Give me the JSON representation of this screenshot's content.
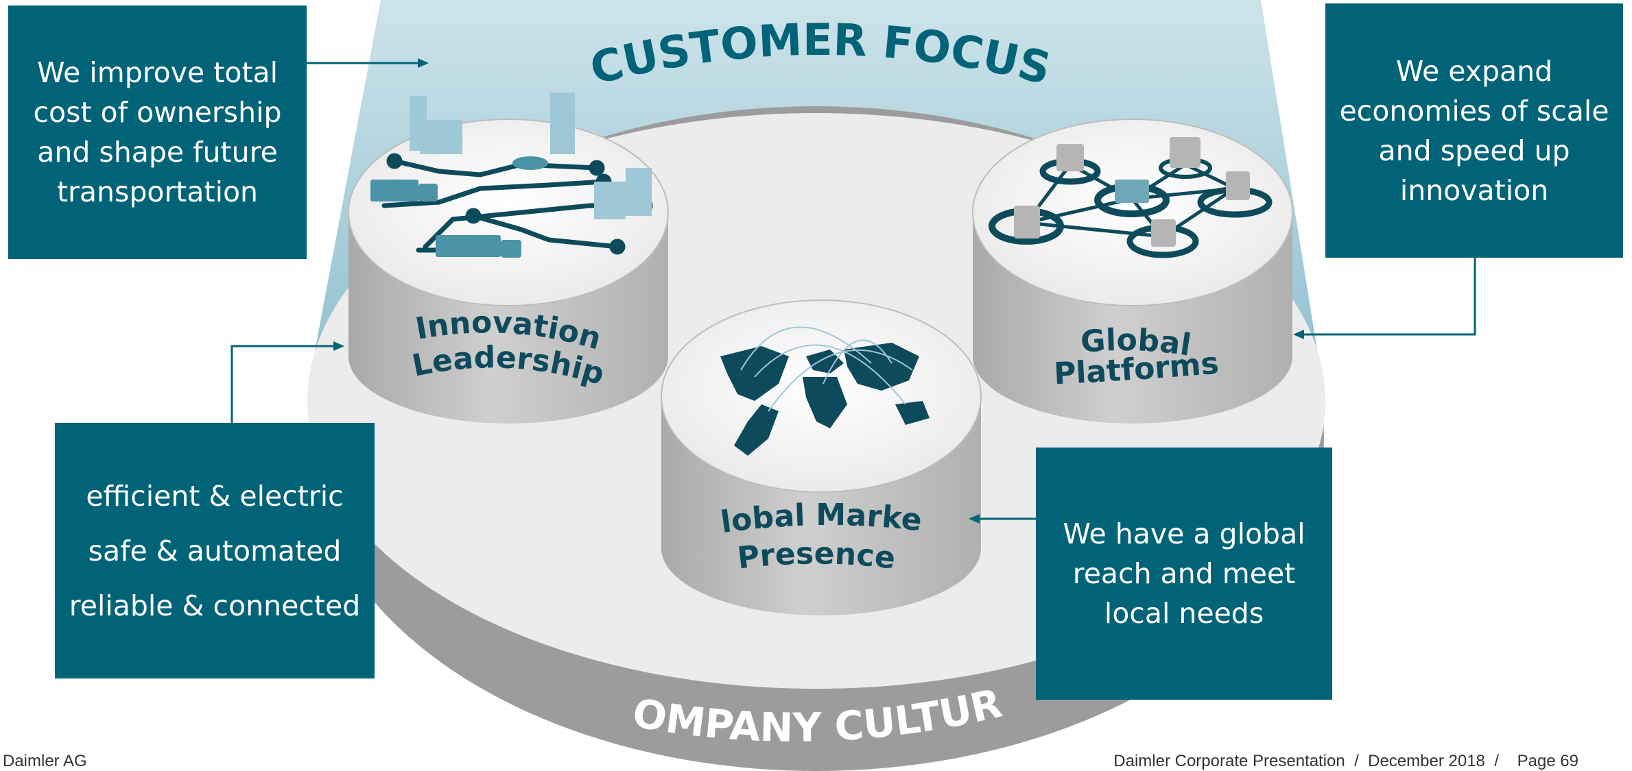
{
  "diagram": {
    "top_banner": "CUSTOMER FOCUS",
    "base_ring": "COMPANY CULTURE",
    "pillars": [
      {
        "line1": "Innovation",
        "line2": "Leadership",
        "icon": "connected-trucks-city-icon"
      },
      {
        "line1": "Global Market",
        "line2": "Presence",
        "icon": "world-map-icon"
      },
      {
        "line1": "Global",
        "line2": "Platforms",
        "icon": "truck-network-icon"
      }
    ]
  },
  "callouts": {
    "tco": [
      "We improve total",
      "cost of ownership",
      "and shape future",
      "transportation"
    ],
    "attributes": [
      "efficient & electric",
      "safe & automated",
      "reliable & connected"
    ],
    "scale": [
      "We expand",
      "economies of scale",
      "and speed up",
      "innovation"
    ],
    "global": [
      "We have a global",
      "reach and meet",
      "local needs"
    ]
  },
  "footer": {
    "company": "Daimler AG",
    "presentation": "Daimler Corporate Presentation",
    "date": "December 2018",
    "page": "Page 69"
  },
  "colors": {
    "teal": "#006378",
    "dark_teal": "#0d4a5c",
    "light_teal": "#4b93a6",
    "platform_gray": "#9a9a9a",
    "surface": "#ececec"
  }
}
